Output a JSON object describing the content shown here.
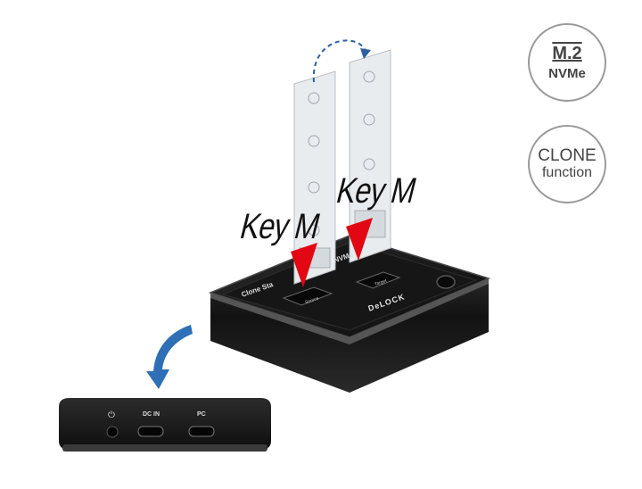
{
  "badges": {
    "m2": {
      "line1": "M.2",
      "line2": "NVMe"
    },
    "clone": {
      "line1": "CLONE",
      "line2": "function"
    }
  },
  "labels": {
    "key_left": "Key M",
    "key_right": "Key M",
    "dock_text": "Clone Sta",
    "dock_nvme": "NVMe",
    "slot_source": "Source",
    "slot_target": "Target",
    "brand": "DeLOCK",
    "port_dc": "DC IN",
    "port_pc": "PC"
  },
  "icons": [
    "power-icon",
    "clone-arrow-icon",
    "rotate-arrow-icon",
    "insert-arrow-icon"
  ],
  "colors": {
    "arrow_red": "#e30613",
    "arrow_blue": "#2e5f9e",
    "dock_body": "#1a1a1a"
  }
}
